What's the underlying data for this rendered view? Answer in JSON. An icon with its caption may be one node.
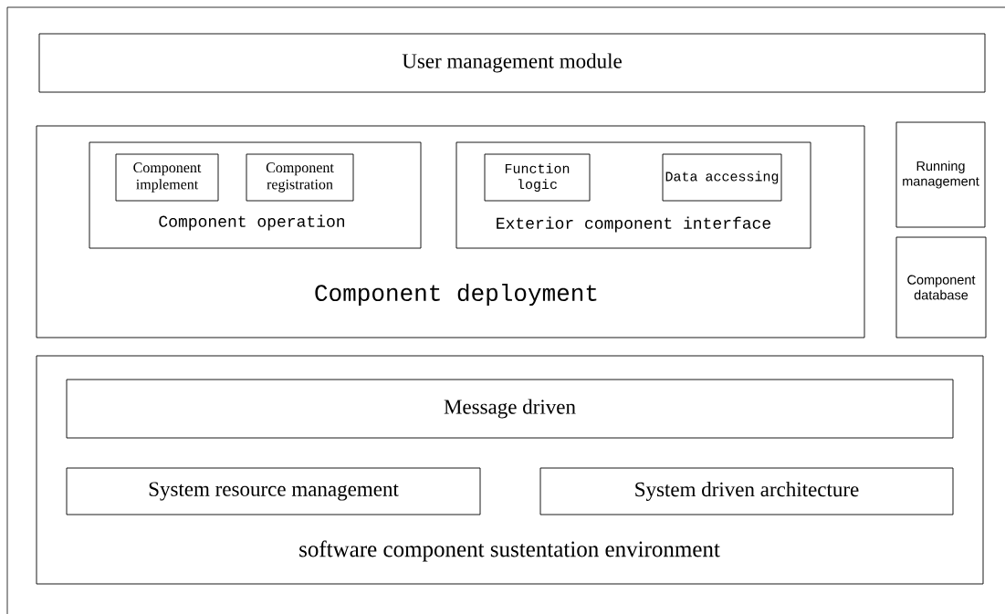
{
  "diagram": {
    "nodes": [
      {
        "text": [
          "User management module"
        ]
      },
      {
        "text": [
          "Component deployment"
        ]
      },
      {
        "text": [
          "Component operation"
        ],
        "in": 1
      },
      {
        "text": [
          "Component implement"
        ],
        "in": 2
      },
      {
        "text": [
          "Component registration"
        ],
        "in": 2
      },
      {
        "text": [
          "Exterior component interface"
        ],
        "in": 1
      },
      {
        "text": [
          "Function logic"
        ],
        "in": 5
      },
      {
        "text": [
          "Data accessing"
        ],
        "in": 5
      },
      {
        "text": [
          "Running management"
        ]
      },
      {
        "text": [
          "Component database"
        ]
      },
      {
        "text": [
          "software component sustentation environment"
        ]
      },
      {
        "text": [
          "Message driven"
        ],
        "in": 10
      },
      {
        "text": [
          "System resource management"
        ],
        "in": 10
      },
      {
        "text": [
          "System driven architecture"
        ],
        "in": 10
      }
    ]
  }
}
